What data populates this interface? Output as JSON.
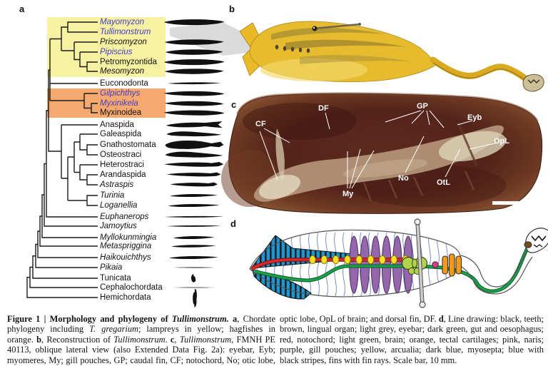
{
  "figure": {
    "panel_a_label": "a",
    "panel_b_label": "b",
    "panel_c_label": "c",
    "panel_d_label": "d"
  },
  "tree": {
    "lamprey_highlight": "#f7f2a2",
    "hagfish_highlight": "#f6a96e",
    "taxon_blue": "#3f3cc4",
    "taxa": [
      {
        "name": "Mayomyzon",
        "italic": true,
        "blue": true,
        "group": "lamprey",
        "silhouette": "lamprey-silhouette"
      },
      {
        "name": "Tullimonstrum",
        "italic": true,
        "blue": true,
        "group": "lamprey",
        "silhouette": "tullimonstrum-wedge"
      },
      {
        "name": "Priscomyzon",
        "italic": true,
        "blue": false,
        "group": "lamprey",
        "silhouette": "lamprey-silhouette"
      },
      {
        "name": "Pipiscius",
        "italic": true,
        "blue": true,
        "group": "lamprey",
        "silhouette": "lamprey-silhouette"
      },
      {
        "name": "Petromyzontida",
        "italic": false,
        "blue": false,
        "group": "lamprey",
        "silhouette": "lamprey-silhouette"
      },
      {
        "name": "Mesomyzon",
        "italic": true,
        "blue": false,
        "group": "lamprey",
        "silhouette": "lamprey-silhouette"
      },
      {
        "name": "Euconodonta",
        "italic": false,
        "blue": false,
        "group": "none",
        "silhouette": "conodont-silhouette"
      },
      {
        "name": "Gilpichthys",
        "italic": true,
        "blue": true,
        "group": "hagfish",
        "silhouette": "hagfish-silhouette"
      },
      {
        "name": "Myxinikela",
        "italic": true,
        "blue": true,
        "group": "hagfish",
        "silhouette": "hagfish-silhouette"
      },
      {
        "name": "Myxinoidea",
        "italic": false,
        "blue": false,
        "group": "hagfish",
        "silhouette": "hagfish-silhouette"
      },
      {
        "name": "Anaspida",
        "italic": false,
        "blue": false,
        "group": "none",
        "silhouette": "fish-forked-silhouette"
      },
      {
        "name": "Galeaspida",
        "italic": false,
        "blue": false,
        "group": "none",
        "silhouette": "fish-shield-silhouette"
      },
      {
        "name": "Gnathostomata",
        "italic": false,
        "blue": false,
        "group": "none",
        "silhouette": "fish-round-silhouette"
      },
      {
        "name": "Osteostraci",
        "italic": false,
        "blue": false,
        "group": "none",
        "silhouette": "fish-shield-silhouette"
      },
      {
        "name": "Heterostraci",
        "italic": false,
        "blue": false,
        "group": "none",
        "silhouette": "fish-torpedo-silhouette"
      },
      {
        "name": "Arandaspida",
        "italic": false,
        "blue": false,
        "group": "none",
        "silhouette": "fish-torpedo-silhouette"
      },
      {
        "name": "Astraspis",
        "italic": true,
        "blue": false,
        "group": "none",
        "silhouette": "fish-torpedo-silhouette"
      },
      {
        "name": "Turinia",
        "italic": true,
        "blue": false,
        "group": "none",
        "silhouette": "leaf-silhouette"
      },
      {
        "name": "Loganellia",
        "italic": true,
        "blue": false,
        "group": "none",
        "silhouette": "leaf-silhouette"
      },
      {
        "name": "Euphanerops",
        "italic": true,
        "blue": false,
        "group": "none",
        "silhouette": "slender-silhouette"
      },
      {
        "name": "Jamoytius",
        "italic": true,
        "blue": false,
        "group": "none",
        "silhouette": "slender-silhouette"
      },
      {
        "name": "Myllokunmingia",
        "italic": true,
        "blue": false,
        "group": "none",
        "silhouette": "small-leaf-silhouette"
      },
      {
        "name": "Metaspriggina",
        "italic": true,
        "blue": false,
        "group": "none",
        "silhouette": "small-leaf-silhouette"
      },
      {
        "name": "Haikouichthys",
        "italic": true,
        "blue": false,
        "group": "none",
        "silhouette": "small-leaf-silhouette"
      },
      {
        "name": "Pikaia",
        "italic": true,
        "blue": false,
        "group": "none",
        "silhouette": "sliver-silhouette"
      },
      {
        "name": "Tunicata",
        "italic": false,
        "blue": false,
        "group": "none",
        "silhouette": "tunicate-silhouette"
      },
      {
        "name": "Cephalochordata",
        "italic": false,
        "blue": false,
        "group": "none",
        "silhouette": "sliver-silhouette"
      },
      {
        "name": "Hemichordata",
        "italic": false,
        "blue": false,
        "group": "none",
        "silhouette": "spiral-silhouette"
      }
    ]
  },
  "fossil": {
    "labels": [
      "CF",
      "DF",
      "GP",
      "Eyb",
      "OpL",
      "No",
      "OtL",
      "My"
    ]
  },
  "drawing_colors": {
    "teeth": "#111111",
    "lingual_organ": "#7a4a1f",
    "eyebar": "#c9c9c9",
    "gut_oesophagus": "#1ca14b",
    "notochord": "#d42a2a",
    "brain": "#b2d24b",
    "tectal_cartilages": "#f59a18",
    "naris": "#e0368f",
    "gill_pouches": "#9467ad",
    "arcualia": "#f5e024",
    "myosepta": "#7b8fc7",
    "fin_stripes_blue": "#2196cc"
  },
  "caption": {
    "left": [
      {
        "t": "Figure 1 | Morphology and phylogeny of ",
        "s": "b"
      },
      {
        "t": "Tullimonstrum.",
        "s": "bi"
      },
      {
        "t": " ",
        "s": ""
      },
      {
        "t": "a",
        "s": "b"
      },
      {
        "t": ", Chordate phylogeny including ",
        "s": ""
      },
      {
        "t": "T. gregarium",
        "s": "i"
      },
      {
        "t": "; lampreys in yellow; hagfishes in orange. ",
        "s": ""
      },
      {
        "t": "b",
        "s": "b"
      },
      {
        "t": ", Reconstruction of ",
        "s": ""
      },
      {
        "t": "Tullimonstrum",
        "s": "i"
      },
      {
        "t": ". ",
        "s": ""
      },
      {
        "t": "c",
        "s": "b"
      },
      {
        "t": ", ",
        "s": ""
      },
      {
        "t": "Tullimonstrum",
        "s": "i"
      },
      {
        "t": ", FMNH PE 40113, oblique lateral view (also Extended Data Fig. 2a): eyebar, Eyb; myomeres, My; gill pouches, GP; caudal fin, CF; notochord, No; otic lobe, OtL and",
        "s": ""
      }
    ],
    "right": [
      {
        "t": "optic lobe, OpL of brain; and dorsal fin, DF. ",
        "s": ""
      },
      {
        "t": "d",
        "s": "b"
      },
      {
        "t": ", Line drawing: black, teeth; brown, lingual organ; light grey, eyebar; dark green, gut and oesophagus; red, notochord; light green, brain; orange, tectal cartilages; pink, naris; purple, gill pouches; yellow, arcualia; dark blue, myosepta; blue with black stripes, fins with fin rays. Scale bar, 10 mm.",
        "s": ""
      }
    ]
  }
}
